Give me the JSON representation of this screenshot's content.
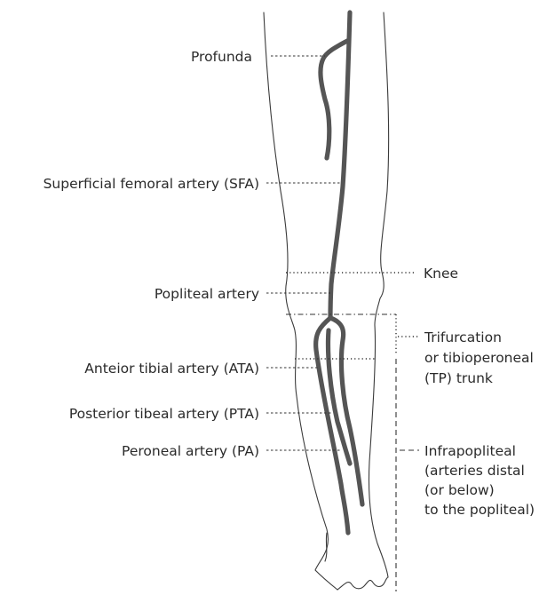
{
  "labels": {
    "profunda": "Profunda",
    "sfa": "Superficial femoral artery (SFA)",
    "knee": "Knee",
    "popliteal": "Popliteal artery",
    "trifurcation": [
      "Trifurcation",
      "or tibioperoneal",
      "(TP) trunk"
    ],
    "ata": "Anteior tibial artery (ATA)",
    "pta": "Posterior tibeal artery (PTA)",
    "pa": "Peroneal artery (PA)",
    "infrapopliteal": [
      "Infrapopliteal",
      "(arteries distal",
      "(or below)",
      "to the popliteal)"
    ]
  },
  "colors": {
    "artery": "#555555",
    "outline": "#3a3a3a",
    "text": "#2a2a2a"
  }
}
